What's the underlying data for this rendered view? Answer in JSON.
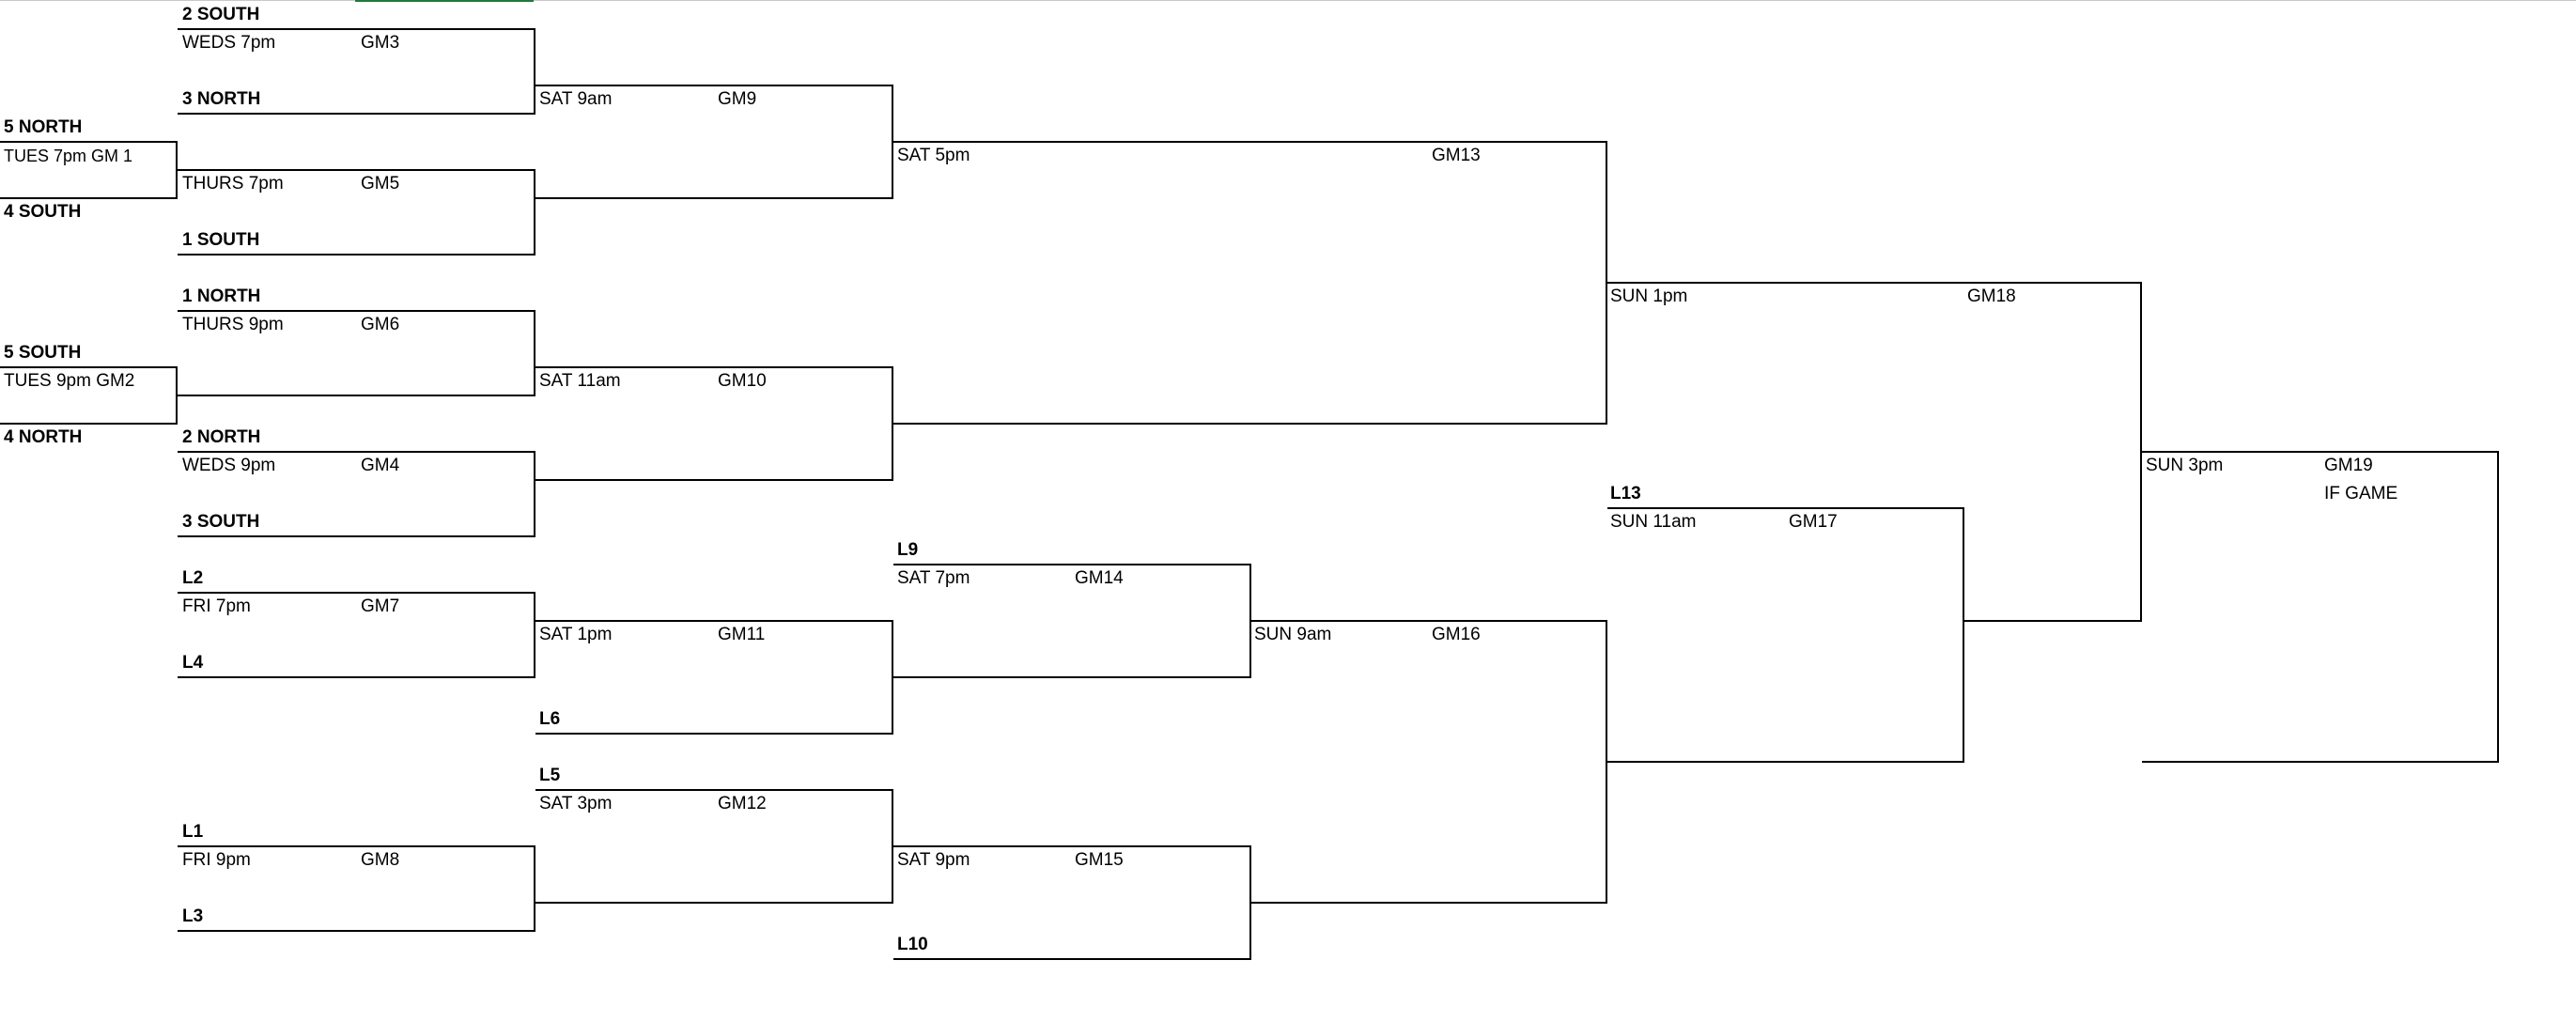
{
  "bracket": {
    "opening": {
      "g1": {
        "top_team": "5 NORTH",
        "info": "TUES 7pm GM 1",
        "bottom_team": "4 SOUTH"
      },
      "g2": {
        "top_team": "5 SOUTH",
        "info": "TUES 9pm GM2",
        "bottom_team": "4 NORTH"
      }
    },
    "winners_round1": {
      "gm3": {
        "top_team": "2 SOUTH",
        "time": "WEDS 7pm",
        "game": "GM3",
        "bottom_team": "3 NORTH"
      },
      "gm5": {
        "time": "THURS 7pm",
        "game": "GM5",
        "bottom_team": "1 SOUTH"
      },
      "gm6": {
        "top_team": "1 NORTH",
        "time": "THURS 9pm",
        "game": "GM6"
      },
      "gm4": {
        "top_team": "2 NORTH",
        "time": "WEDS 9pm",
        "game": "GM4",
        "bottom_team": "3 SOUTH"
      }
    },
    "winners_round2": {
      "gm9": {
        "time": "SAT 9am",
        "game": "GM9"
      },
      "gm10": {
        "time": "SAT 11am",
        "game": "GM10"
      }
    },
    "winners_round3": {
      "gm13": {
        "time": "SAT 5pm",
        "game": "GM13"
      }
    },
    "losers_round1": {
      "gm7": {
        "top_team": "L2",
        "time": "FRI 7pm",
        "game": "GM7",
        "bottom_team": "L4"
      },
      "gm8": {
        "top_team": "L1",
        "time": "FRI 9pm",
        "game": "GM8",
        "bottom_team": "L3"
      }
    },
    "losers_round2": {
      "gm11": {
        "time": "SAT 1pm",
        "game": "GM11",
        "bottom_team": "L6"
      },
      "gm12": {
        "top_team": "L5",
        "time": "SAT 3pm",
        "game": "GM12"
      }
    },
    "losers_round3": {
      "gm14": {
        "top_team": "L9",
        "time": "SAT 7pm",
        "game": "GM14"
      },
      "gm15": {
        "time": "SAT 9pm",
        "game": "GM15",
        "bottom_team": "L10"
      }
    },
    "losers_round4": {
      "gm16": {
        "time": "SUN 9am",
        "game": "GM16"
      }
    },
    "losers_final": {
      "gm17": {
        "top_team": "L13",
        "time": "SUN 11am",
        "game": "GM17"
      }
    },
    "championship": {
      "gm18": {
        "time": "SUN 1pm",
        "game": "GM18"
      },
      "gm19": {
        "time": "SUN 3pm",
        "game": "GM19",
        "note": "IF GAME"
      }
    }
  }
}
